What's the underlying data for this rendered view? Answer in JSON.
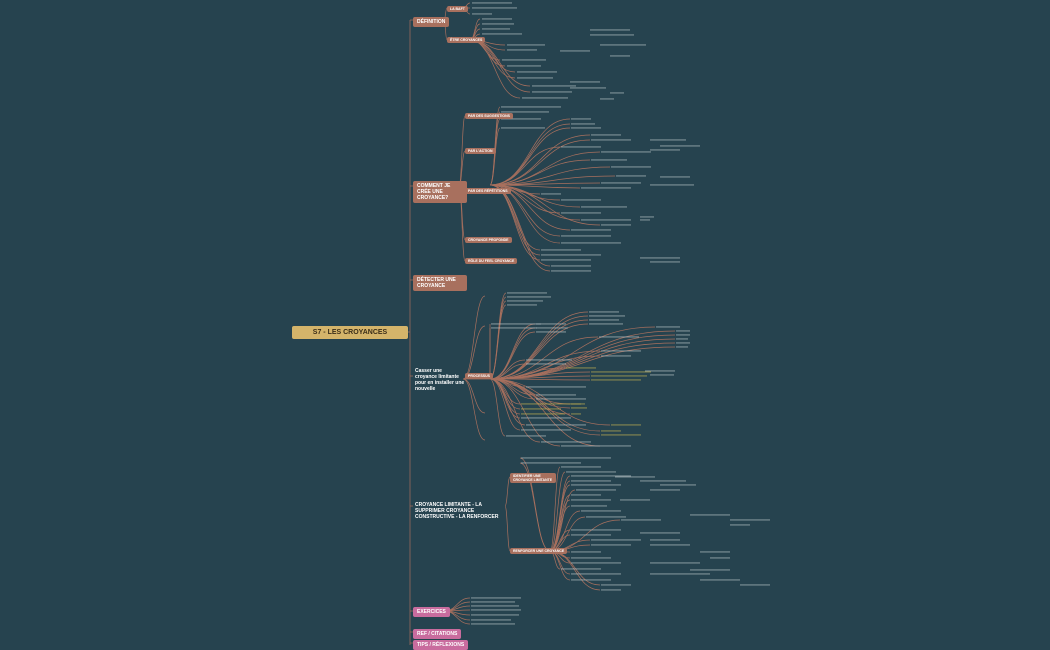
{
  "root": {
    "label": "S7 - LES CROYANCES"
  },
  "branches": [
    {
      "label": "DÉFINITION",
      "children": [
        "LA BAFT",
        "ÊTRE CROYANCES"
      ]
    },
    {
      "label": "COMMENT JE CRÉE UNE CROYANCE?",
      "children": [
        "PAR DES SUGGESTIONS",
        "PAR L'ACTION",
        "PAR DES RÉPÉTITIONS",
        "CROYANCE PROFONDE",
        "RÔLE DU FEEL CROYANCE"
      ]
    },
    {
      "label": "DÉTECTER UNE CROYANCE",
      "children": []
    },
    {
      "label": "Casser une croyance limitante pour en installer une nouvelle",
      "children": [
        "PROCESSUS"
      ]
    },
    {
      "label": "CROYANCE LIMITANTE - LA SUPPRIMER CROYANCE CONSTRUCTIVE - LA RENFORCER",
      "children": [
        "IDENTIFIER UNE CROYANCE LIMITANTE",
        "RENFORCER UNE CROYANCE"
      ]
    },
    {
      "label": "EXERCICES",
      "children": []
    },
    {
      "label": "REF / CITATIONS",
      "children": []
    },
    {
      "label": "TIPS / RÉFLEXIONS",
      "children": []
    }
  ],
  "colors": {
    "background": "#26434f",
    "root": "#d4b46a",
    "branch": "#a8705e",
    "pink": "#c96c9e",
    "line": "#a8705e",
    "highlight": "#c8b450"
  }
}
